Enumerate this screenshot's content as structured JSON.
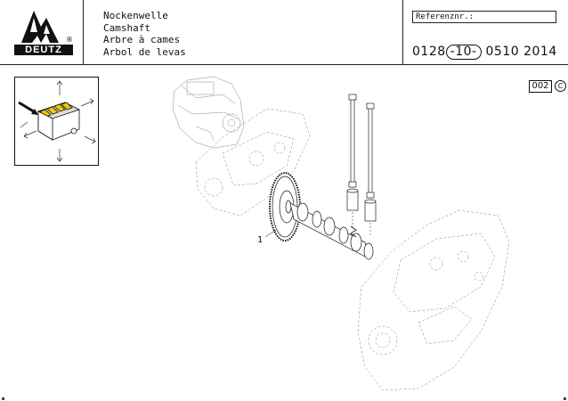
{
  "header": {
    "brand": "DEUTZ",
    "registered_mark": "®",
    "titles": {
      "de": "Nockenwelle",
      "en": "Camshaft",
      "fr": "Arbre à cames",
      "es": "Arbol de levas"
    },
    "reference_label": "Referenznr.:",
    "reference_number": {
      "prefix": "0128",
      "group": "-10-",
      "suffix": "0510 2014"
    }
  },
  "page": {
    "number": "002",
    "copyright_mark": "C"
  },
  "drawing": {
    "callouts": [
      {
        "label": "1"
      }
    ]
  }
}
